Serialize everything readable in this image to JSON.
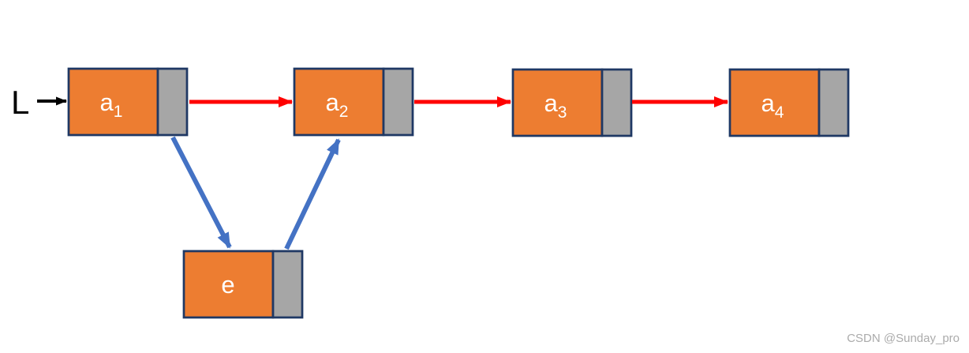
{
  "watermark": "CSDN @Sunday_pro",
  "colors": {
    "node_fill": "#ED7D31",
    "pointer_fill": "#A6A6A6",
    "border": "#1F3864",
    "next_arrow": "#FF0000",
    "insert_arrow": "#4472C4",
    "head_arrow": "#000000",
    "label_text": "#FFFFFF",
    "watermark_text": "#ABABAB"
  },
  "diagram": {
    "type": "singly-linked-list-insertion",
    "head_label": "L",
    "nodes": [
      {
        "id": "a1",
        "label": "a",
        "sub": "1"
      },
      {
        "id": "a2",
        "label": "a",
        "sub": "2"
      },
      {
        "id": "a3",
        "label": "a",
        "sub": "3"
      },
      {
        "id": "a4",
        "label": "a",
        "sub": "4"
      },
      {
        "id": "e",
        "label": "e",
        "sub": ""
      }
    ],
    "edges": [
      {
        "from": "L",
        "to": "a1",
        "style": "head"
      },
      {
        "from": "a1",
        "to": "a2",
        "style": "next"
      },
      {
        "from": "a2",
        "to": "a3",
        "style": "next"
      },
      {
        "from": "a3",
        "to": "a4",
        "style": "next"
      },
      {
        "from": "a1",
        "to": "e",
        "style": "insert"
      },
      {
        "from": "e",
        "to": "a2",
        "style": "insert"
      }
    ]
  }
}
